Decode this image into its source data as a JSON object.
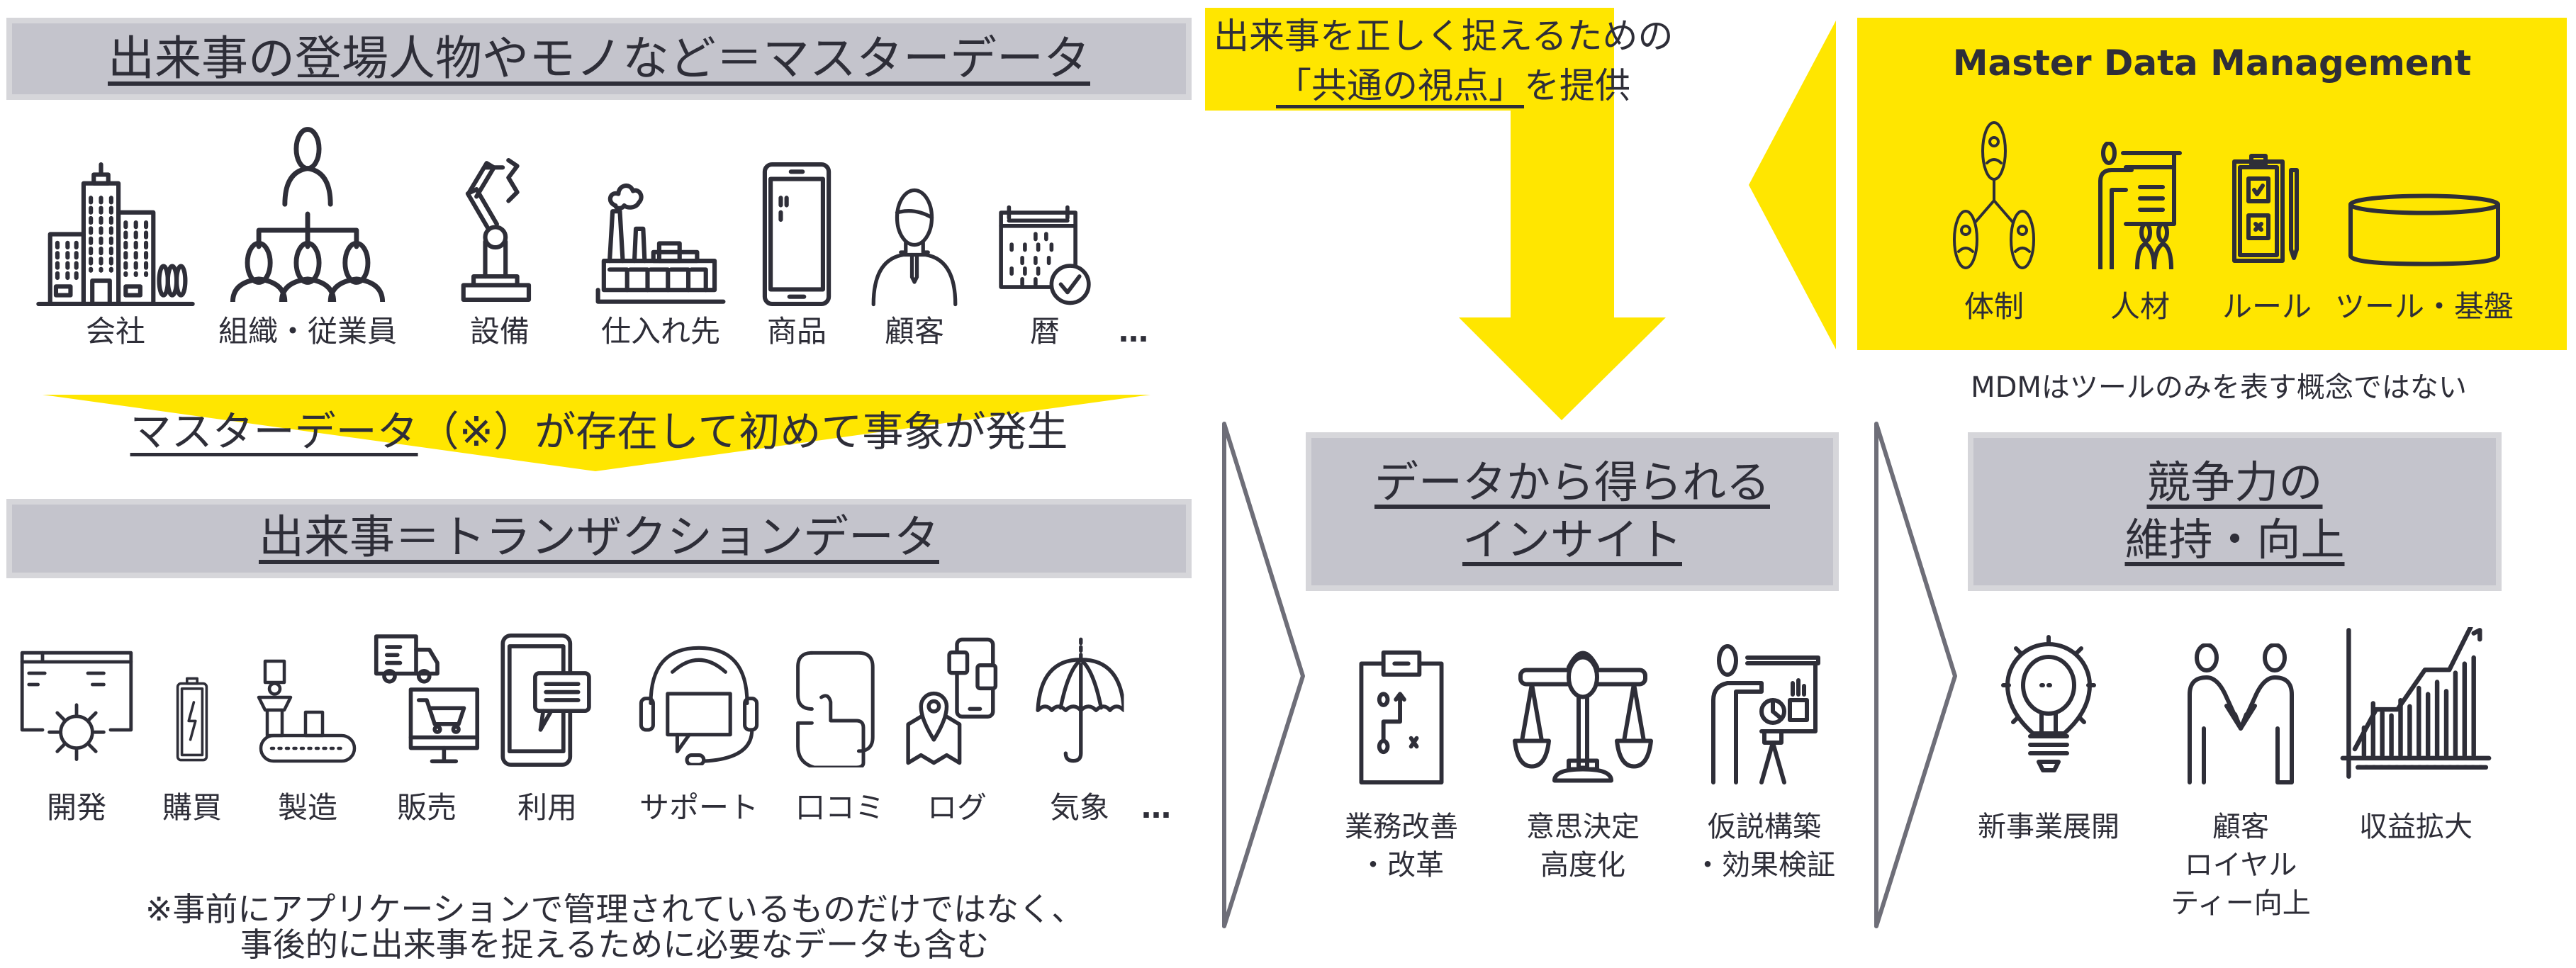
{
  "master": {
    "title": "出来事の登場人物やモノなど＝マスターデータ",
    "items": [
      {
        "label": "会社",
        "icon": "building-icon"
      },
      {
        "label": "組織・従業員",
        "icon": "org-chart-icon"
      },
      {
        "label": "設備",
        "icon": "robot-arm-icon"
      },
      {
        "label": "仕入れ先",
        "icon": "factory-icon"
      },
      {
        "label": "商品",
        "icon": "smartphone-icon"
      },
      {
        "label": "顧客",
        "icon": "person-icon"
      },
      {
        "label": "暦",
        "icon": "calendar-icon"
      }
    ],
    "ellipsis": "…"
  },
  "banner": {
    "underlined": "マスターデータ",
    "rest": "（※）が存在して初めて事象が発生"
  },
  "transaction": {
    "title": "出来事＝トランザクションデータ",
    "items": [
      {
        "label": "開発",
        "icon": "dev-gear-icon"
      },
      {
        "label": "購買",
        "icon": "battery-icon"
      },
      {
        "label": "製造",
        "icon": "manufacturing-icon"
      },
      {
        "label": "販売",
        "icon": "truck-cart-icon"
      },
      {
        "label": "利用",
        "icon": "phone-chat-icon"
      },
      {
        "label": "サポート",
        "icon": "headset-icon"
      },
      {
        "label": "口コミ",
        "icon": "thumbs-up-icon"
      },
      {
        "label": "ログ",
        "icon": "map-phone-icon"
      },
      {
        "label": "気象",
        "icon": "umbrella-icon"
      }
    ],
    "ellipsis": "…",
    "footnote": [
      "※事前にアプリケーションで管理されているものだけではなく、",
      "事後的に出来事を捉えるために必要なデータも含む"
    ]
  },
  "viewpoint": {
    "line1": "出来事を正しく捉えるための",
    "line2_underlined": "「共通の視点」",
    "line2_rest": "を提供"
  },
  "mdm": {
    "title": "Master Data Management",
    "items": [
      {
        "label": "体制",
        "icon": "people-network-icon"
      },
      {
        "label": "人材",
        "icon": "presenter-icon"
      },
      {
        "label": "ルール",
        "icon": "checklist-icon"
      },
      {
        "label": "ツール・基盤",
        "icon": "database-icon"
      }
    ],
    "note": "MDMはツールのみを表す概念ではない"
  },
  "insight": {
    "title": [
      "データから得られる",
      "インサイト"
    ],
    "items": [
      {
        "label": [
          "業務改善",
          "・改革"
        ],
        "icon": "strategy-clipboard-icon"
      },
      {
        "label": [
          "意思決定",
          "高度化"
        ],
        "icon": "scales-icon"
      },
      {
        "label": [
          "仮説構築",
          "・効果検証"
        ],
        "icon": "presentation-icon"
      }
    ]
  },
  "competitive": {
    "title": [
      "競争力の",
      "維持・向上"
    ],
    "items": [
      {
        "label": [
          "新事業展開"
        ],
        "icon": "lightbulb-icon"
      },
      {
        "label": [
          "顧客",
          "ロイヤル",
          "ティー向上"
        ],
        "icon": "handshake-icon"
      },
      {
        "label": [
          "収益拡大"
        ],
        "icon": "growth-chart-icon"
      }
    ]
  },
  "colors": {
    "yellow": "#ffe600",
    "gray": "#c4c4cc",
    "dark": "#2e2e38",
    "chevron": "#6e6e78"
  }
}
